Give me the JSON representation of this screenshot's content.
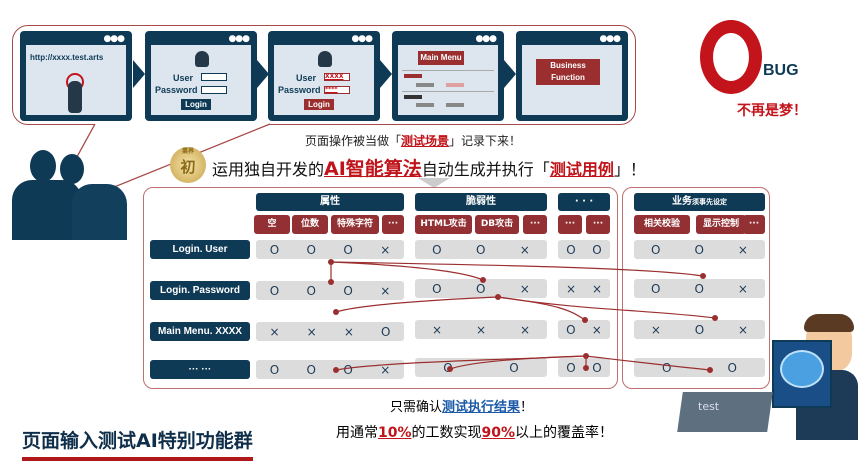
{
  "flow": {
    "url": "http://xxxx.test.arts",
    "user_label": "User",
    "password_label": "Password",
    "login_label": "Login",
    "user_value": "XXXX",
    "password_value": "****",
    "main_menu": "Main Menu",
    "business_function": [
      "Business",
      "Function"
    ],
    "window_dots": "●●●"
  },
  "caption1": {
    "before": "页面操作被当做「",
    "highlight": "测试场景",
    "after": "」记录下来！"
  },
  "caption2": {
    "medal_top": "業界",
    "medal": "初",
    "before": "运用独自开发的",
    "highlight": "AI智能算法",
    "middle": "自动生成并执行「",
    "highlight2": "测试用例",
    "after": "」！"
  },
  "logo": {
    "text": "BUG",
    "tagline": "不再是梦！"
  },
  "grid": {
    "groups": [
      {
        "label": "属性",
        "subs": [
          "空",
          "位数",
          "特殊字符",
          "···"
        ]
      },
      {
        "label": "脆弱性",
        "subs": [
          "HTML攻击",
          "DB攻击",
          "···"
        ]
      },
      {
        "label": "· · ·",
        "subs": [
          "···",
          "···"
        ]
      },
      {
        "label": "业务",
        "label_small": "须事先设定",
        "subs": [
          "相关校验",
          "显示控制",
          "···"
        ]
      }
    ],
    "rows": [
      {
        "label": "Login. User",
        "cells": [
          [
            "O",
            "O",
            "O",
            "×"
          ],
          [
            "O",
            "O",
            "×"
          ],
          [
            "O",
            "O"
          ],
          [
            "O",
            "O",
            "×"
          ]
        ]
      },
      {
        "label": "Login. Password",
        "cells": [
          [
            "O",
            "O",
            "O",
            "×"
          ],
          [
            "O",
            "O",
            "×"
          ],
          [
            "×",
            "×"
          ],
          [
            "O",
            "O",
            "×"
          ]
        ]
      },
      {
        "label": "Main Menu. XXXX",
        "cells": [
          [
            "×",
            "×",
            "×",
            "O"
          ],
          [
            "×",
            "×",
            "×"
          ],
          [
            "O",
            "×"
          ],
          [
            "×",
            "O",
            "×"
          ]
        ]
      },
      {
        "label": "··· ···",
        "cells": [
          [
            "O",
            "O",
            "O",
            "×"
          ],
          [
            "O",
            "O"
          ],
          [
            "O",
            "O"
          ],
          [
            "O",
            "O"
          ]
        ]
      }
    ]
  },
  "result1": {
    "before": "只需确认",
    "highlight": "测试执行结果",
    "after": "！"
  },
  "result2": {
    "before": "用通常",
    "h1": "10%",
    "middle": "的工数实现",
    "h2": "90%",
    "after": "以上的覆盖率！"
  },
  "footer_title": "页面输入测试AI特别功能群",
  "monitor_label": "test"
}
